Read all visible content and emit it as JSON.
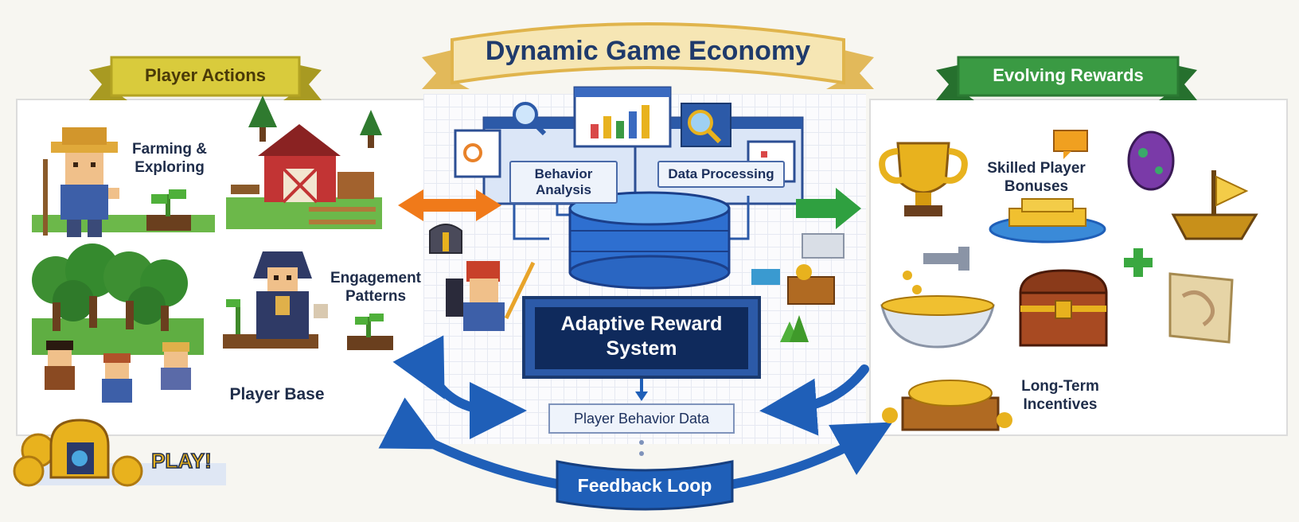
{
  "title": "Dynamic Game Economy",
  "left_banner": "Player Actions",
  "right_banner": "Evolving Rewards",
  "left_labels": {
    "farming": "Farming & Exploring",
    "engagement": "Engagement Patterns",
    "player_base": "Player Base"
  },
  "center": {
    "behavior_analysis": "Behavior Analysis",
    "data_processing": "Data Processing",
    "adaptive_reward": "Adaptive Reward System",
    "player_behavior_data": "Player Behavior Data",
    "feedback_loop": "Feedback Loop"
  },
  "right_labels": {
    "skilled_bonuses": "Skilled Player Bonuses",
    "long_term": "Long-Term Incentives"
  },
  "play_badge": "PLAY!",
  "colors": {
    "title_banner": "#f6e6b4",
    "left_banner": "#d9cb3c",
    "right_banner": "#3a9a43",
    "arrow_blue": "#1f5fb8",
    "arrow_orange": "#f07a1a",
    "arrow_green": "#2fa040"
  },
  "icons": [
    "farmer-icon",
    "barn-icon",
    "forest-icon",
    "hooded-player-icon",
    "villager-icon",
    "sprout-icon",
    "trophy-icon",
    "egg-icon",
    "ship-icon",
    "gold-dish-icon",
    "treasure-chest-icon",
    "map-icon",
    "coin-pile-icon",
    "database-icon",
    "magnifier-icon",
    "bar-chart-icon"
  ]
}
